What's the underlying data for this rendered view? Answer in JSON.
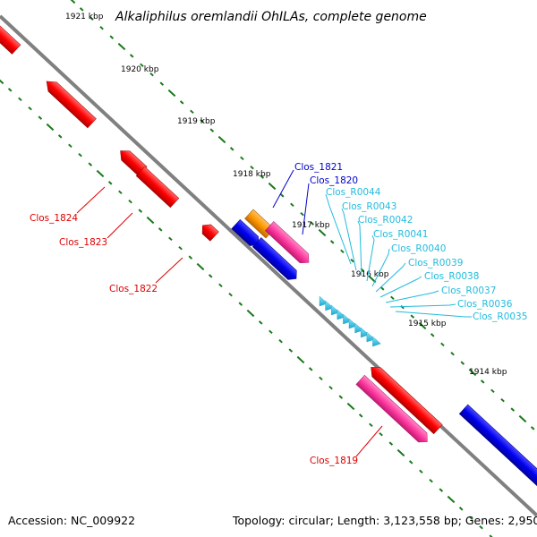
{
  "title": "Alkaliphilus oremlandii OhILAs, complete genome",
  "accession": "Accession: NC_009922",
  "topology": "Topology: circular; Length: 3,123,558 bp; Genes: 2,950",
  "colors": {
    "backbone": "#808080",
    "tick": "#1a7a1a",
    "gene_red": "#ff0000",
    "gene_pink": "#ff3aa0",
    "gene_orange": "#ff9900",
    "gene_blue": "#0000ee",
    "gene_cyan": "#33ccee",
    "label_red": "#dd0000",
    "label_blue": "#0000cc",
    "label_cyan": "#22bbdd"
  },
  "ticks": [
    "1921 kbp",
    "1920 kbp",
    "1919 kbp",
    "1918 kbp",
    "1917 kbp",
    "1916 kbp",
    "1915 kbp",
    "1914 kbp"
  ],
  "labels": {
    "red": [
      "Clos_1824",
      "Clos_1823",
      "Clos_1822",
      "Clos_1819"
    ],
    "blue": [
      "Clos_1821",
      "Clos_1820"
    ],
    "cyan": [
      "Clos_R0044",
      "Clos_R0043",
      "Clos_R0042",
      "Clos_R0041",
      "Clos_R0040",
      "Clos_R0039",
      "Clos_R0038",
      "Clos_R0037",
      "Clos_R0036",
      "Clos_R0035"
    ]
  }
}
